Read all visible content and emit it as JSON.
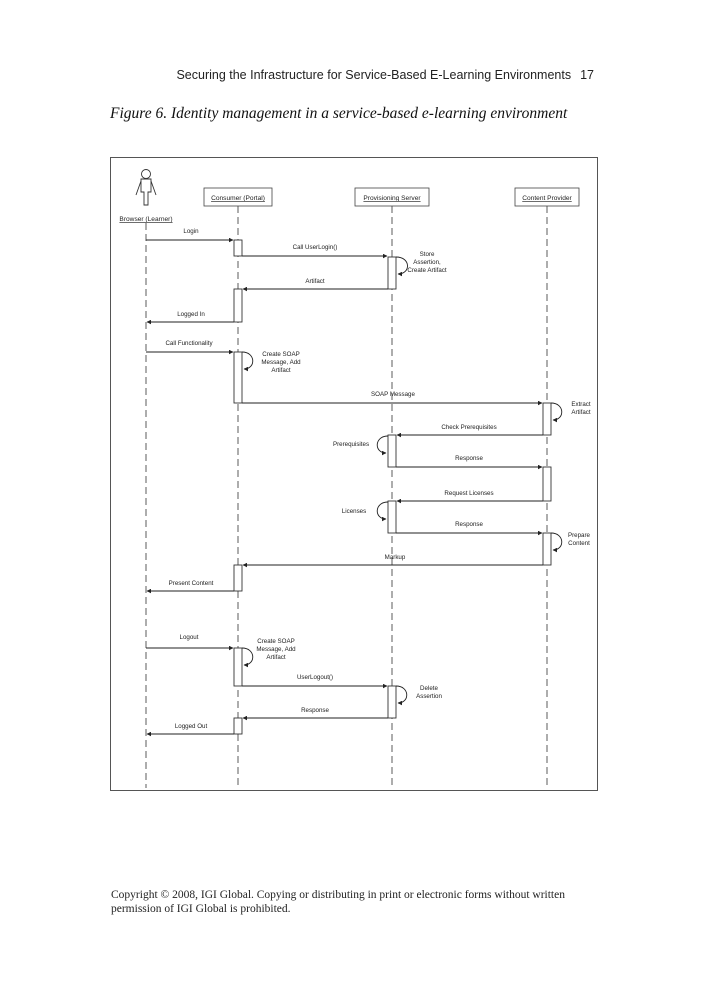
{
  "header": {
    "running_title": "Securing the Infrastructure for Service-Based E-Learning Environments",
    "page_number": "17"
  },
  "figure": {
    "caption": "Figure 6. Identity management in a service-based e-learning environment"
  },
  "diagram": {
    "participants": {
      "browser": "Browser (Learner)",
      "consumer": "Consumer (Portal)",
      "provisioning": "Provisioning Server",
      "content": "Content Provider"
    },
    "messages": {
      "login": "Login",
      "call_userlogin": "Call UserLogin()",
      "store_assertion": [
        "Store",
        "Assertion,",
        "Create Artifact"
      ],
      "artifact": "Artifact",
      "logged_in": "Logged In",
      "call_functionality": "Call Functionality",
      "create_soap_1": [
        "Create SOAP",
        "Message, Add",
        "Artifact"
      ],
      "soap_message": "SOAP Message",
      "extract_artifact": [
        "Extract",
        "Artifact"
      ],
      "check_prerequisites": "Check Prerequisites",
      "prerequisites": "Prerequisites",
      "response_1": "Response",
      "request_licenses": "Request Licenses",
      "licenses": "Licenses",
      "response_2": "Response",
      "prepare_content": [
        "Prepare",
        "Content"
      ],
      "markup": "Markup",
      "present_content": "Present Content",
      "logout": "Logout",
      "create_soap_2": [
        "Create SOAP",
        "Message, Add",
        "Artifact"
      ],
      "userlogout": "UserLogout()",
      "delete_assertion": [
        "Delete",
        "Assertion"
      ],
      "response_3": "Response",
      "logged_out": "Logged Out"
    }
  },
  "footer": {
    "copyright": "Copyright © 2008, IGI Global. Copying or distributing in print or electronic forms without written permission of IGI Global is prohibited."
  }
}
